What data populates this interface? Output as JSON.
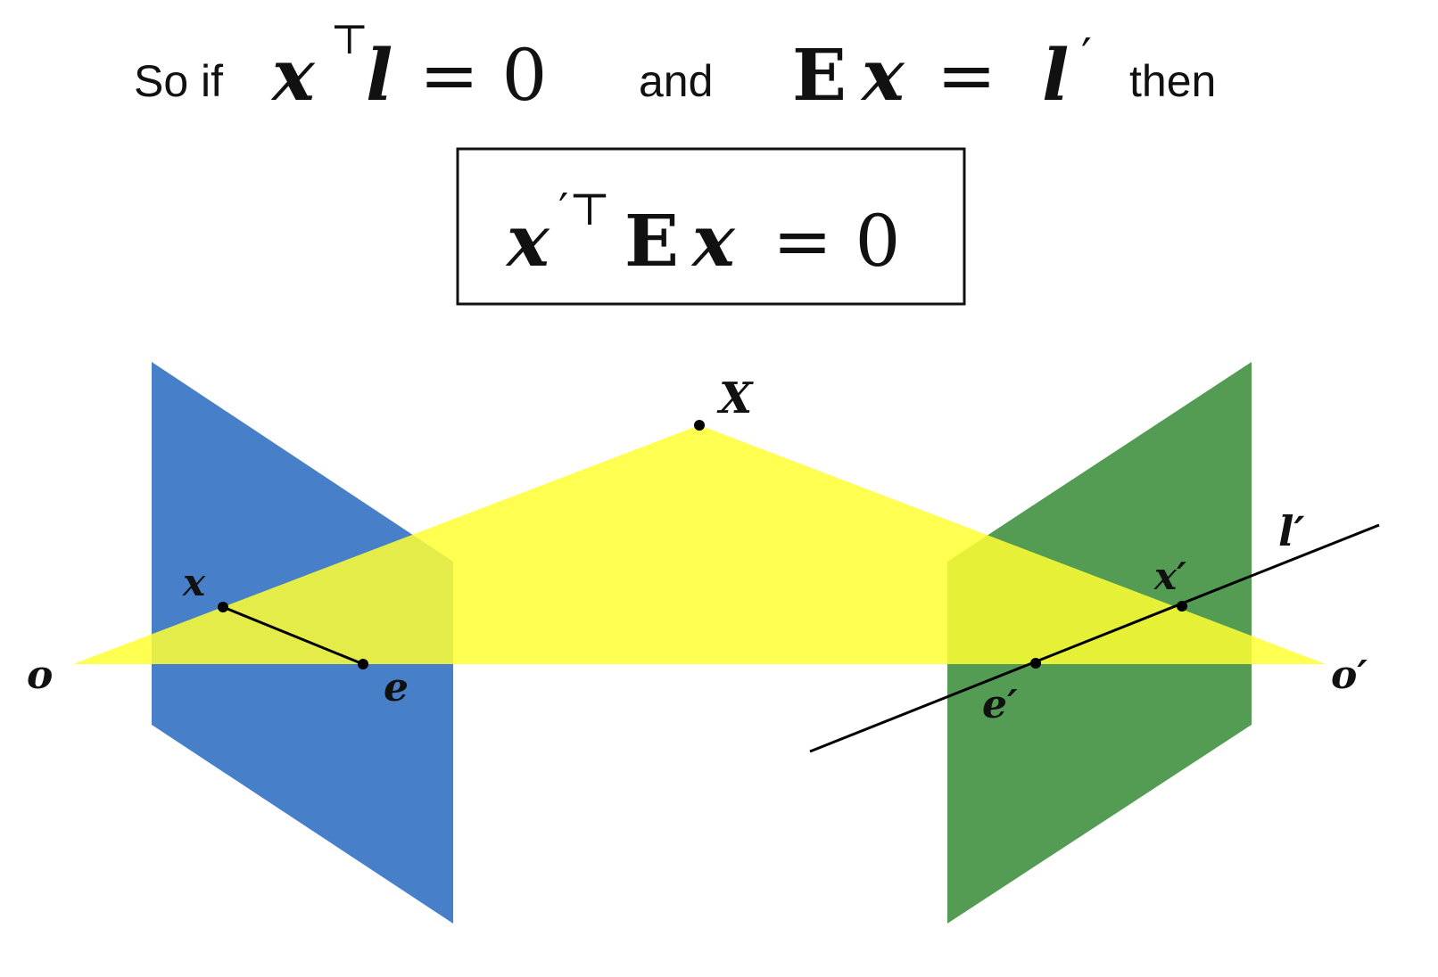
{
  "heading": {
    "so_if": "So if",
    "and": "and",
    "then": "then",
    "eq1": {
      "a": "x",
      "sup": "⊤",
      "b": "l",
      "rest": "= 0"
    },
    "eq2": {
      "E": "E",
      "x": "x",
      "rest": "= ",
      "l": "l",
      "prime": "′"
    }
  },
  "boxed_equation": {
    "x": "x",
    "sup": "′⊤",
    "E": "E",
    "x2": "x",
    "rest": "= 0"
  },
  "labels": {
    "X": "X",
    "x": "x",
    "x_prime": "x′",
    "o": "o",
    "o_prime": "o′",
    "e": "e",
    "e_prime": "e′",
    "l_prime": "l′"
  },
  "colors": {
    "epipolar_plane": "#FFFF33",
    "left_image_plane": "#2E6DC0",
    "right_image_plane": "#3C8E3C",
    "lines": "#000000"
  }
}
